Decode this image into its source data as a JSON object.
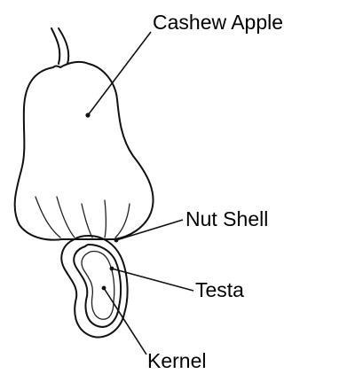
{
  "labels": {
    "cashew_apple": "Cashew Apple",
    "nut_shell": "Nut Shell",
    "testa": "Testa",
    "kernel": "Kernel"
  },
  "colors": {
    "ink": "#111111",
    "background": "#ffffff"
  }
}
